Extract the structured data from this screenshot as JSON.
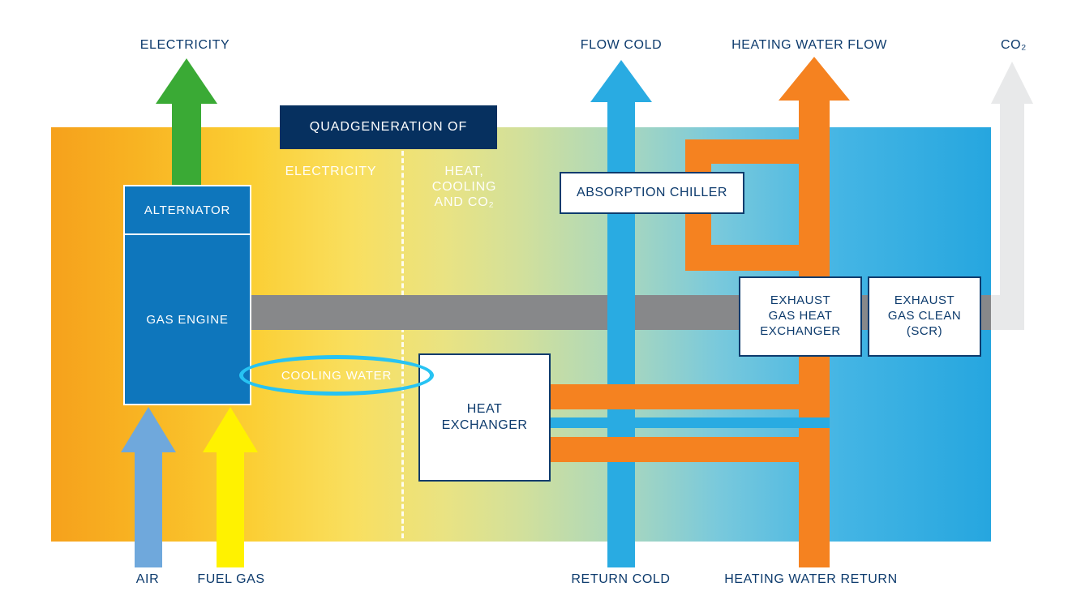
{
  "title_box": {
    "label": "QUADGENERATION OF"
  },
  "zones": {
    "left": "ELECTRICITY",
    "right": "HEAT,\nCOOLING\nAND CO₂"
  },
  "flows": {
    "electricity": "ELECTRICITY",
    "flow_cold": "FLOW COLD",
    "heating_water_flow": "HEATING WATER FLOW",
    "co2": "CO₂",
    "air": "AIR",
    "fuel_gas": "FUEL GAS",
    "return_cold": "RETURN COLD",
    "heating_water_return": "HEATING WATER RETURN"
  },
  "components": {
    "alternator": "ALTERNATOR",
    "gas_engine": "GAS ENGINE",
    "cooling_water": "COOLING WATER",
    "absorption_chiller": "ABSORPTION CHILLER",
    "heat_exchanger": "HEAT\nEXCHANGER",
    "exhaust_gas_heat_exchanger": "EXHAUST\nGAS HEAT\nEXCHANGER",
    "exhaust_gas_clean": "EXHAUST\nGAS CLEAN\n(SCR)"
  },
  "colors": {
    "navy": "#0D3B6D",
    "title-bg": "#06305F",
    "engine-blue": "#0E76BC",
    "green": "#3AAA35",
    "cyan": "#29ABE2",
    "orange": "#F58220",
    "yellow": "#FFF200",
    "air-blue": "#6FA8DC",
    "exhaust-gray": "#87888A",
    "co2-gray": "#E8E9EA",
    "ellipse-cyan": "#27C3F3"
  }
}
